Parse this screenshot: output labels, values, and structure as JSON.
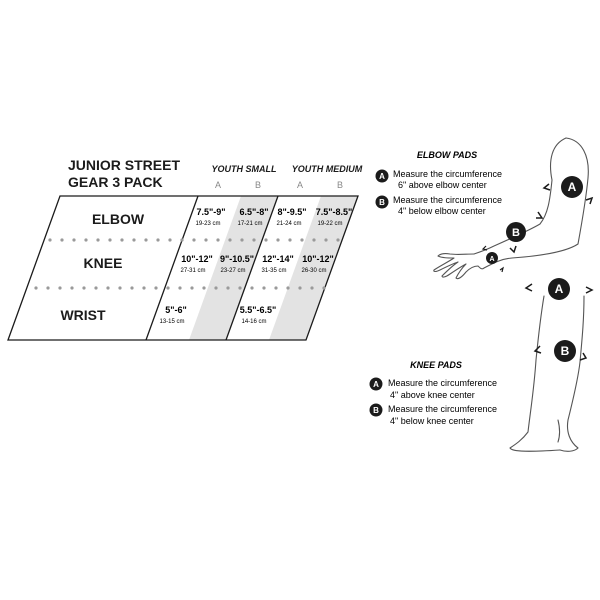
{
  "title": {
    "line1": "JUNIOR STREET",
    "line2": "GEAR 3 PACK"
  },
  "size_groups": [
    {
      "label": "YOUTH SMALL",
      "cols": [
        "A",
        "B"
      ]
    },
    {
      "label": "YOUTH MEDIUM",
      "cols": [
        "A",
        "B"
      ]
    }
  ],
  "rows": [
    {
      "label": "ELBOW",
      "cells": [
        {
          "in": "7.5\"-9\"",
          "cm": "19-23 cm"
        },
        {
          "in": "6.5\"-8\"",
          "cm": "17-21 cm"
        },
        {
          "in": "8\"-9.5\"",
          "cm": "21-24 cm"
        },
        {
          "in": "7.5\"-8.5\"",
          "cm": "19-22 cm"
        }
      ]
    },
    {
      "label": "KNEE",
      "cells": [
        {
          "in": "10\"-12\"",
          "cm": "27-31 cm"
        },
        {
          "in": "9\"-10.5\"",
          "cm": "23-27 cm"
        },
        {
          "in": "12\"-14\"",
          "cm": "31-35 cm"
        },
        {
          "in": "10\"-12\"",
          "cm": "26-30 cm"
        }
      ]
    },
    {
      "label": "WRIST",
      "cells": [
        {
          "in": "5\"-6\"",
          "cm": "13-15 cm"
        },
        {
          "in": "",
          "cm": ""
        },
        {
          "in": "5.5\"-6.5\"",
          "cm": "14-16 cm"
        },
        {
          "in": "",
          "cm": ""
        }
      ]
    }
  ],
  "elbow_pads": {
    "heading": "ELBOW PADS",
    "a": {
      "marker": "A",
      "line1": "Measure the circumference",
      "line2": "6\" above elbow center"
    },
    "b": {
      "marker": "B",
      "line1": "Measure the circumference",
      "line2": "4\" below elbow center"
    }
  },
  "knee_pads": {
    "heading": "KNEE PADS",
    "a": {
      "marker": "A",
      "line1": "Measure the circumference",
      "line2": "4\" above knee center"
    },
    "b": {
      "marker": "B",
      "line1": "Measure the circumference",
      "line2": "4\" below knee center"
    }
  },
  "colors": {
    "ink": "#1b1b1b",
    "shade": "#e3e3e3",
    "dots": "#9a9a9a",
    "outline": "#555555"
  }
}
